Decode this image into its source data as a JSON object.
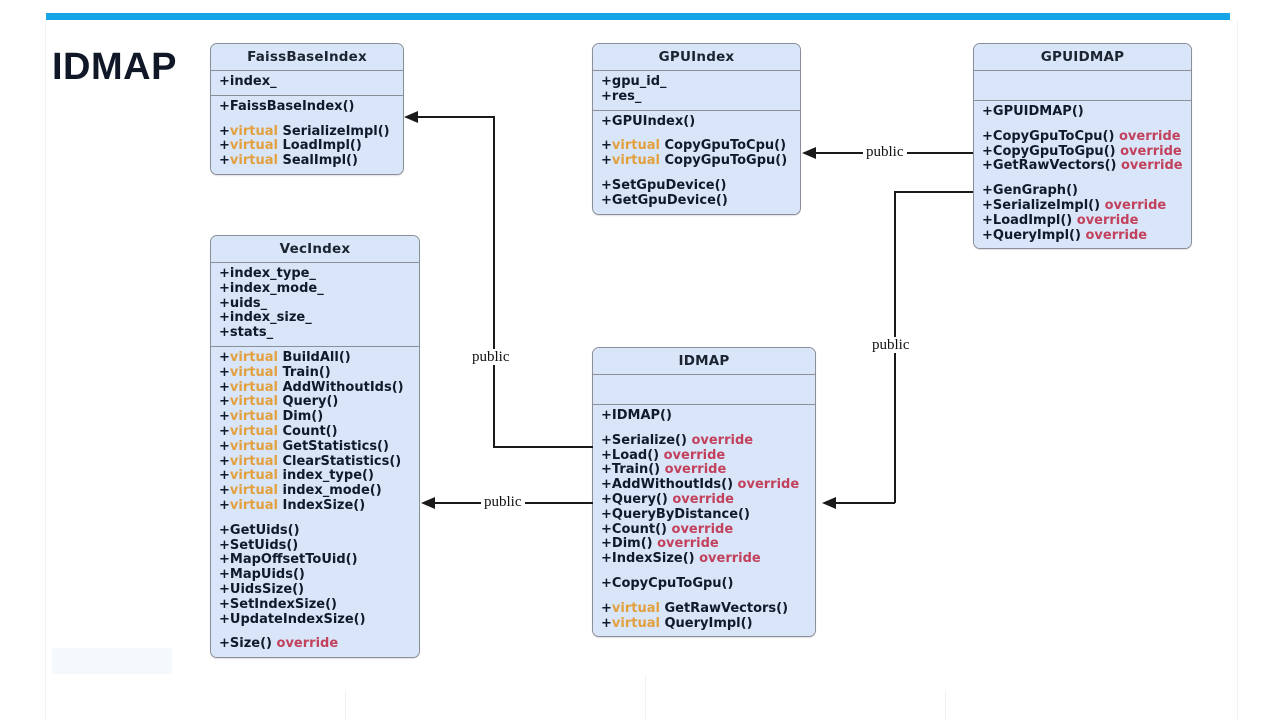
{
  "slide": {
    "title": "IDMAP",
    "accent_color": "#16a6e8",
    "box_fill": "#d9e6f9",
    "box_border": "#8a8f99",
    "virtual_color": "#e2a03f",
    "override_color": "#c2415c"
  },
  "classes": {
    "faiss_base_index": {
      "name": "FaissBaseIndex",
      "attributes": [
        {
          "vis": "+",
          "virtual": "",
          "name": "index_",
          "override": ""
        }
      ],
      "operations": [
        {
          "vis": "+",
          "virtual": "",
          "name": "FaissBaseIndex()",
          "override": ""
        },
        {
          "gap": true
        },
        {
          "vis": "+",
          "virtual": "virtual",
          "name": "SerializeImpl()",
          "override": ""
        },
        {
          "vis": "+",
          "virtual": "virtual",
          "name": "LoadImpl()",
          "override": ""
        },
        {
          "vis": "+",
          "virtual": "virtual",
          "name": "SealImpl()",
          "override": ""
        }
      ]
    },
    "gpu_index": {
      "name": "GPUIndex",
      "attributes": [
        {
          "vis": "+",
          "virtual": "",
          "name": "gpu_id_",
          "override": ""
        },
        {
          "vis": "+",
          "virtual": "",
          "name": "res_",
          "override": ""
        }
      ],
      "operations": [
        {
          "vis": "+",
          "virtual": "",
          "name": "GPUIndex()",
          "override": ""
        },
        {
          "gap": true
        },
        {
          "vis": "+",
          "virtual": "virtual",
          "name": "CopyGpuToCpu()",
          "override": ""
        },
        {
          "vis": "+",
          "virtual": "virtual",
          "name": "CopyGpuToGpu()",
          "override": ""
        },
        {
          "gap": true
        },
        {
          "vis": "+",
          "virtual": "",
          "name": "SetGpuDevice()",
          "override": ""
        },
        {
          "vis": "+",
          "virtual": "",
          "name": "GetGpuDevice()",
          "override": ""
        }
      ]
    },
    "gpuidmap": {
      "name": "GPUIDMAP",
      "attributes": [],
      "operations": [
        {
          "vis": "+",
          "virtual": "",
          "name": "GPUIDMAP()",
          "override": ""
        },
        {
          "gap": true
        },
        {
          "vis": "+",
          "virtual": "",
          "name": "CopyGpuToCpu()",
          "override": "override"
        },
        {
          "vis": "+",
          "virtual": "",
          "name": "CopyGpuToGpu()",
          "override": "override"
        },
        {
          "vis": "+",
          "virtual": "",
          "name": "GetRawVectors()",
          "override": "override"
        },
        {
          "gap": true
        },
        {
          "vis": "+",
          "virtual": "",
          "name": "GenGraph()",
          "override": ""
        },
        {
          "vis": "+",
          "virtual": "",
          "name": "SerializeImpl()",
          "override": "override"
        },
        {
          "vis": "+",
          "virtual": "",
          "name": "LoadImpl()",
          "override": "override"
        },
        {
          "vis": "+",
          "virtual": "",
          "name": "QueryImpl()",
          "override": "override"
        }
      ]
    },
    "vec_index": {
      "name": "VecIndex",
      "attributes": [
        {
          "vis": "+",
          "virtual": "",
          "name": "index_type_",
          "override": ""
        },
        {
          "vis": "+",
          "virtual": "",
          "name": "index_mode_",
          "override": ""
        },
        {
          "vis": "+",
          "virtual": "",
          "name": "uids_",
          "override": ""
        },
        {
          "vis": "+",
          "virtual": "",
          "name": "index_size_",
          "override": ""
        },
        {
          "vis": "+",
          "virtual": "",
          "name": "stats_",
          "override": ""
        }
      ],
      "operations": [
        {
          "vis": "+",
          "virtual": "virtual",
          "name": "BuildAll()",
          "override": ""
        },
        {
          "vis": "+",
          "virtual": "virtual",
          "name": "Train()",
          "override": ""
        },
        {
          "vis": "+",
          "virtual": "virtual",
          "name": "AddWithoutIds()",
          "override": ""
        },
        {
          "vis": "+",
          "virtual": "virtual",
          "name": "Query()",
          "override": ""
        },
        {
          "vis": "+",
          "virtual": "virtual",
          "name": "Dim()",
          "override": ""
        },
        {
          "vis": "+",
          "virtual": "virtual",
          "name": "Count()",
          "override": ""
        },
        {
          "vis": "+",
          "virtual": "virtual",
          "name": "GetStatistics()",
          "override": ""
        },
        {
          "vis": "+",
          "virtual": "virtual",
          "name": "ClearStatistics()",
          "override": ""
        },
        {
          "vis": "+",
          "virtual": "virtual",
          "name": "index_type()",
          "override": ""
        },
        {
          "vis": "+",
          "virtual": "virtual",
          "name": "index_mode()",
          "override": ""
        },
        {
          "vis": "+",
          "virtual": "virtual",
          "name": "IndexSize()",
          "override": ""
        },
        {
          "gap": true
        },
        {
          "vis": "+",
          "virtual": "",
          "name": "GetUids()",
          "override": ""
        },
        {
          "vis": "+",
          "virtual": "",
          "name": "SetUids()",
          "override": ""
        },
        {
          "vis": "+",
          "virtual": "",
          "name": "MapOffsetToUid()",
          "override": ""
        },
        {
          "vis": "+",
          "virtual": "",
          "name": "MapUids()",
          "override": ""
        },
        {
          "vis": "+",
          "virtual": "",
          "name": "UidsSize()",
          "override": ""
        },
        {
          "vis": "+",
          "virtual": "",
          "name": "SetIndexSize()",
          "override": ""
        },
        {
          "vis": "+",
          "virtual": "",
          "name": "UpdateIndexSize()",
          "override": ""
        },
        {
          "gap": true
        },
        {
          "vis": "+",
          "virtual": "",
          "name": "Size()",
          "override": "override"
        }
      ]
    },
    "idmap": {
      "name": "IDMAP",
      "attributes": [],
      "operations": [
        {
          "vis": "+",
          "virtual": "",
          "name": "IDMAP()",
          "override": ""
        },
        {
          "gap": true
        },
        {
          "vis": "+",
          "virtual": "",
          "name": "Serialize()",
          "override": "override"
        },
        {
          "vis": "+",
          "virtual": "",
          "name": "Load()",
          "override": "override"
        },
        {
          "vis": "+",
          "virtual": "",
          "name": "Train()",
          "override": "override"
        },
        {
          "vis": "+",
          "virtual": "",
          "name": "AddWithoutIds()",
          "override": "override"
        },
        {
          "vis": "+",
          "virtual": "",
          "name": "Query()",
          "override": "override"
        },
        {
          "vis": "+",
          "virtual": "",
          "name": "QueryByDistance()",
          "override": ""
        },
        {
          "vis": "+",
          "virtual": "",
          "name": "Count()",
          "override": "override"
        },
        {
          "vis": "+",
          "virtual": "",
          "name": "Dim()",
          "override": "override"
        },
        {
          "vis": "+",
          "virtual": "",
          "name": "IndexSize()",
          "override": "override"
        },
        {
          "gap": true
        },
        {
          "vis": "+",
          "virtual": "",
          "name": "CopyCpuToGpu()",
          "override": ""
        },
        {
          "gap": true
        },
        {
          "vis": "+",
          "virtual": "virtual",
          "name": "GetRawVectors()",
          "override": ""
        },
        {
          "vis": "+",
          "virtual": "virtual",
          "name": "QueryImpl()",
          "override": ""
        }
      ]
    }
  },
  "connectors": [
    {
      "id": "idmap-to-faissbaseindex",
      "label": "public"
    },
    {
      "id": "idmap-to-vecindex",
      "label": "public"
    },
    {
      "id": "gpuidmap-to-gpuindex",
      "label": "public"
    },
    {
      "id": "gpuidmap-to-idmap",
      "label": "public"
    }
  ]
}
